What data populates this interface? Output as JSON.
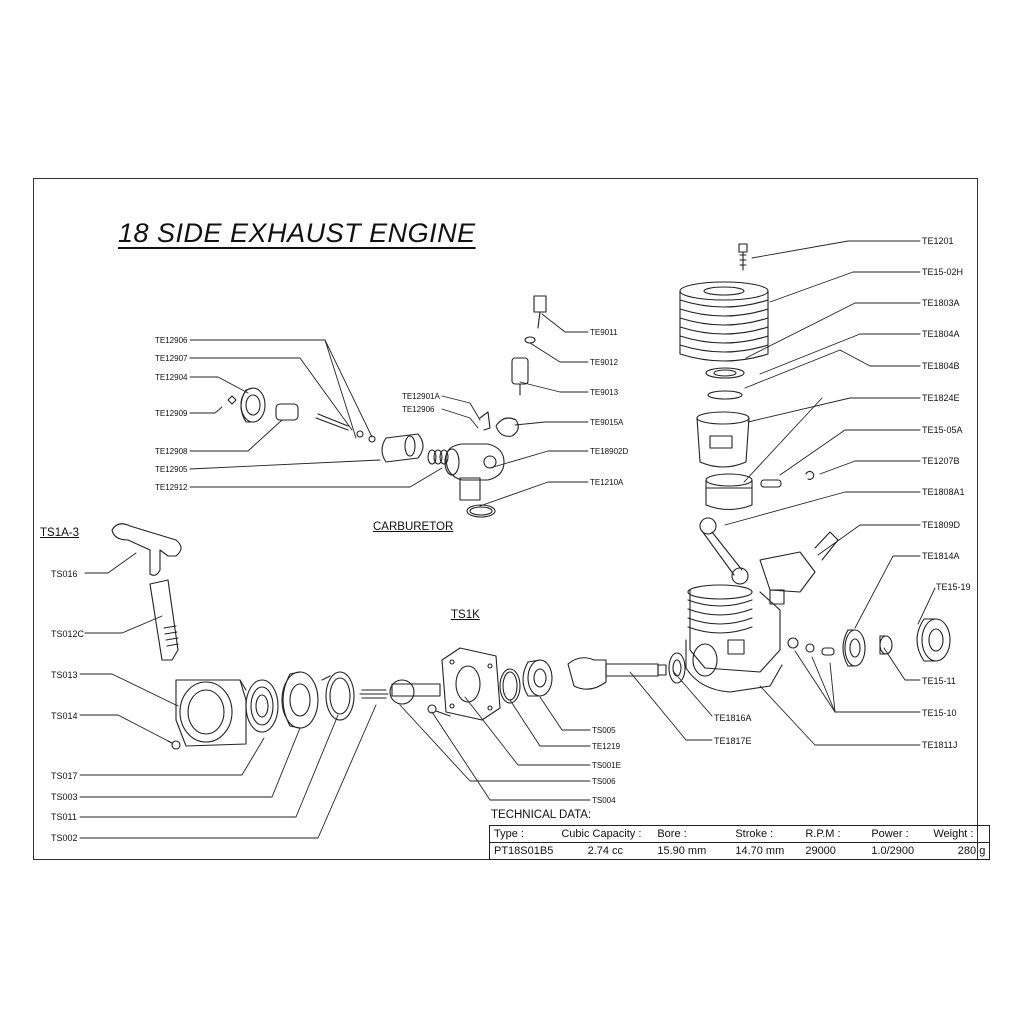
{
  "title": "18 SIDE EXHAUST ENGINE",
  "sections": {
    "carburetor": "CARBURETOR",
    "starter": "TS1A-3",
    "starter_kit": "TS1K"
  },
  "parts": {
    "te1201": "TE1201",
    "te1502h": "TE15-02H",
    "te1803a": "TE1803A",
    "te1804a": "TE1804A",
    "te1804b": "TE1804B",
    "te1824e": "TE1824E",
    "te1505a": "TE15-05A",
    "te1207b": "TE1207B",
    "te1808a1": "TE1808A1",
    "te1809d": "TE1809D",
    "te1814a": "TE1814A",
    "te1519": "TE15-19",
    "te1511": "TE15-11",
    "te1510": "TE15-10",
    "te1811j": "TE1811J",
    "te1816a": "TE1816A",
    "te1817e": "TE1817E",
    "te9011": "TE9011",
    "te9012": "TE9012",
    "te9013": "TE9013",
    "te9015a": "TE9015A",
    "te18902d": "TE18902D",
    "te1210a": "TE1210A",
    "te12901a": "TE12901A",
    "te12906b": "TE12906",
    "te12906": "TE12906",
    "te12907": "TE12907",
    "te12904": "TE12904",
    "te12909": "TE12909",
    "te12908": "TE12908",
    "te12905": "TE12905",
    "te12912": "TE12912",
    "ts016": "TS016",
    "ts012c": "TS012C",
    "ts013": "TS013",
    "ts014": "TS014",
    "ts017": "TS017",
    "ts003": "TS003",
    "ts011": "TS011",
    "ts002": "TS002",
    "ts005": "TS005",
    "te1219": "TE1219",
    "ts001e": "TS001E",
    "ts006": "TS006",
    "ts004": "TS004"
  },
  "technical": {
    "title": "TECHNICAL DATA:",
    "headers": [
      "Type :",
      "Cubic Capacity :",
      "Bore :",
      "Stroke :",
      "R.P.M :",
      "Power :",
      "Weight :"
    ],
    "values": [
      "PT18S01B5",
      "2.74 cc",
      "15.90 mm",
      "14.70 mm",
      "29000",
      "1.0/2900",
      "280 g"
    ]
  }
}
